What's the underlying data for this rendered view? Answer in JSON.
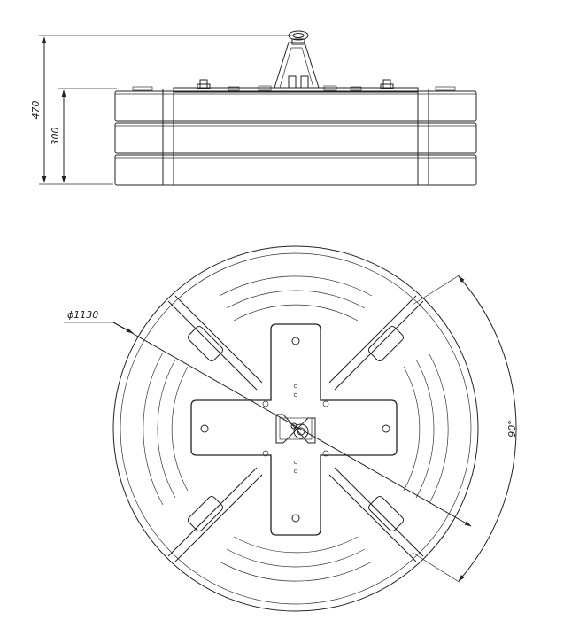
{
  "drawing": {
    "side_view": {
      "total_height_label": "470",
      "block_height_label": "300"
    },
    "top_view": {
      "diameter_label": "ϕ1130",
      "angle_label": "90°"
    }
  },
  "colors": {
    "line": "#222222",
    "background": "#ffffff"
  }
}
